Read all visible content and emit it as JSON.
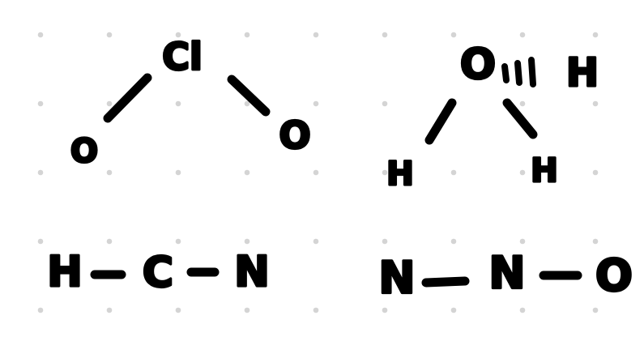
{
  "background": "#ffffff",
  "ink_color": "#000000",
  "grid_dot_color": "#d4d4d4",
  "molecules": [
    {
      "atoms": [
        {
          "id": "cl",
          "label": "Cl"
        },
        {
          "id": "o1",
          "label": "O"
        },
        {
          "id": "o2",
          "label": "O"
        }
      ],
      "bonds": [
        {
          "from": "cl",
          "to": "o1",
          "style": "single"
        },
        {
          "from": "cl",
          "to": "o2",
          "style": "single"
        }
      ]
    },
    {
      "atoms": [
        {
          "id": "o",
          "label": "O"
        },
        {
          "id": "h1",
          "label": "H"
        },
        {
          "id": "h2",
          "label": "H"
        },
        {
          "id": "h3",
          "label": "H"
        }
      ],
      "bonds": [
        {
          "from": "o",
          "to": "h1",
          "style": "dashed"
        },
        {
          "from": "o",
          "to": "h2",
          "style": "single"
        },
        {
          "from": "o",
          "to": "h3",
          "style": "single"
        }
      ]
    },
    {
      "atoms": [
        {
          "id": "h",
          "label": "H"
        },
        {
          "id": "c",
          "label": "C"
        },
        {
          "id": "n",
          "label": "N"
        }
      ],
      "bonds": [
        {
          "from": "h",
          "to": "c",
          "style": "single"
        },
        {
          "from": "c",
          "to": "n",
          "style": "single"
        }
      ]
    },
    {
      "atoms": [
        {
          "id": "n1",
          "label": "N"
        },
        {
          "id": "n2",
          "label": "N"
        },
        {
          "id": "o",
          "label": "O"
        }
      ],
      "bonds": [
        {
          "from": "n1",
          "to": "n2",
          "style": "single"
        },
        {
          "from": "n2",
          "to": "o",
          "style": "single"
        }
      ]
    }
  ]
}
